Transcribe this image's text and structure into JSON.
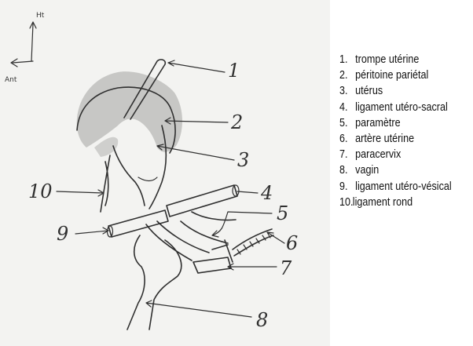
{
  "axes": {
    "up_label": "Ht",
    "left_label": "Ant"
  },
  "callouts": [
    "1",
    "2",
    "3",
    "4",
    "5",
    "6",
    "7",
    "8",
    "9",
    "10"
  ],
  "legend": [
    {
      "num": "1.",
      "label": "trompe utérine"
    },
    {
      "num": "2.",
      "label": "péritoine pariétal"
    },
    {
      "num": "3.",
      "label": "utérus"
    },
    {
      "num": "4.",
      "label": "ligament utéro-sacral"
    },
    {
      "num": "5.",
      "label": "paramètre"
    },
    {
      "num": "6.",
      "label": "artère utérine"
    },
    {
      "num": "7.",
      "label": "paracervix"
    },
    {
      "num": "8.",
      "label": "vagin"
    },
    {
      "num": "9.",
      "label": "ligament utéro-vésical"
    },
    {
      "num": "10.",
      "label": "ligament rond"
    }
  ],
  "colors": {
    "shading": "#b8b8b6",
    "ink": "#2f2f2f",
    "paper": "#f3f3f1"
  }
}
